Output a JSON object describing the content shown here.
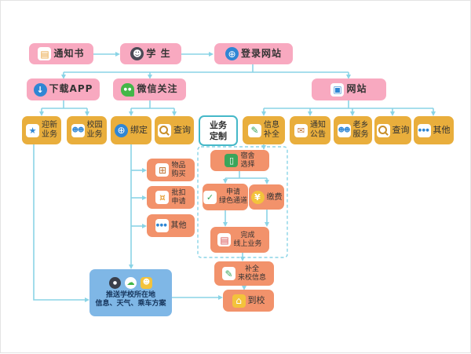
{
  "flow": {
    "nodes": {
      "notice": {
        "label": "通知书"
      },
      "student": {
        "label": "学 生"
      },
      "login_site": {
        "label": "登录网站"
      },
      "download_app": {
        "label": "下载APP"
      },
      "wechat_follow": {
        "label": "微信关注"
      },
      "website": {
        "label": "网站"
      },
      "welcome_business": {
        "line1": "迎新",
        "line2": "业务"
      },
      "campus_business": {
        "line1": "校园",
        "line2": "业务"
      },
      "bind": {
        "label": "绑定"
      },
      "wechat_query": {
        "label": "查询"
      },
      "business_custom": {
        "line1": "业务",
        "line2": "定制"
      },
      "info_complete": {
        "line1": "信息",
        "line2": "补全"
      },
      "notice_announce": {
        "line1": "通知",
        "line2": "公告"
      },
      "hometown_service": {
        "line1": "老乡",
        "line2": "服务"
      },
      "website_query": {
        "label": "查询"
      },
      "website_other": {
        "label": "其他"
      },
      "goods_purchase": {
        "line1": "物品",
        "line2": "购买"
      },
      "batch_deduction": {
        "line1": "批扣",
        "line2": "申请"
      },
      "wechat_other": {
        "label": "其他"
      },
      "dorm_selection": {
        "line1": "宿舍",
        "line2": "选择"
      },
      "green_channel": {
        "line1": "申请",
        "line2": "绿色通道"
      },
      "pay_fee": {
        "label": "缴费"
      },
      "finish_online": {
        "line1": "完成",
        "line2": "线上业务"
      },
      "arrival_info": {
        "line1": "补全",
        "line2": "来校信息"
      },
      "arrive_school": {
        "label": "到校"
      },
      "push_local_info": {
        "line1": "推送学校所在地",
        "line2": "信息、天气、乘车方案"
      }
    },
    "icons": {
      "notice": "document-icon",
      "student": "student-icon",
      "login_site": "globe-icon",
      "download_app": "download-icon",
      "wechat_follow": "wechat-icon",
      "website": "monitor-icon",
      "welcome_business": "star-icon",
      "campus_business": "people-icon",
      "bind": "globe-icon",
      "wechat_query": "magnifier-icon",
      "info_complete": "pencil-icon",
      "notice_announce": "envelope-icon",
      "hometown_service": "people-icon",
      "website_query": "magnifier-icon",
      "website_other": "dots-icon",
      "goods_purchase": "cart-icon",
      "batch_deduction": "coins-icon",
      "wechat_other": "dots-icon",
      "dorm_selection": "door-icon",
      "green_channel": "check-icon",
      "pay_fee": "moneybag-icon",
      "finish_online": "cards-icon",
      "arrival_info": "pencil-icon",
      "arrive_school": "school-icon",
      "push_local_info": [
        "chat-dark-icon",
        "chat-green-icon",
        "chat-gold-icon"
      ]
    },
    "colors": {
      "pink": "#f8a9c0",
      "gold": "#e9ae3c",
      "orange": "#f2926b",
      "blue": "#7fb7e6",
      "arrow": "#8ad4e6",
      "teal_border": "#45b8c8"
    }
  }
}
